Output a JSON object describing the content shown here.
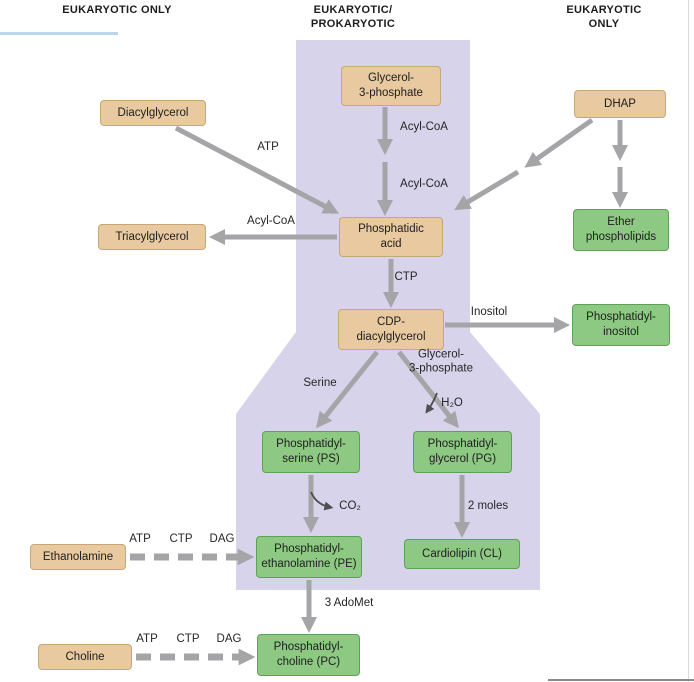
{
  "headers": {
    "left": "EUKARYOTIC ONLY",
    "center": "EUKARYOTIC/\nPROKARYOTIC",
    "right": "EUKARYOTIC ONLY"
  },
  "colors": {
    "substrate_box": "#e8c9a0",
    "product_box": "#8dc983",
    "pathway_region": "#d7d3eb",
    "arrow": "#a5a5a7"
  },
  "nodes": {
    "glycerol_3_phosphate": "Glycerol-\n3-phosphate",
    "diacylglycerol": "Diacylglycerol",
    "dhap": "DHAP",
    "triacylglycerol": "Triacylglycerol",
    "phosphatidic_acid": "Phosphatidic\nacid",
    "ether_phospholipids": "Ether\nphospholipids",
    "cdp_diacylglycerol": "CDP-\ndiacylglycerol",
    "phosphatidyl_inositol": "Phosphatidyl-\ninositol",
    "phosphatidyl_serine": "Phosphatidyl-\nserine (PS)",
    "phosphatidyl_glycerol": "Phosphatidyl-\nglycerol (PG)",
    "phosphatidyl_ethanolamine": "Phosphatidyl-\nethanolamine (PE)",
    "cardiolipin": "Cardiolipin (CL)",
    "ethanolamine": "Ethanolamine",
    "phosphatidyl_choline": "Phosphatidyl-\ncholine (PC)",
    "choline": "Choline"
  },
  "edge_labels": {
    "atp_dag": "ATP",
    "acyl_coa_1": "Acyl-CoA",
    "acyl_coa_2": "Acyl-CoA",
    "acyl_coa_tag": "Acyl-CoA",
    "ctp": "CTP",
    "inositol": "Inositol",
    "g3p": "Glycerol-\n3-phosphate",
    "serine": "Serine",
    "h2o": "H₂O",
    "co2": "CO₂",
    "two_moles": "2 moles",
    "etn_atp": "ATP",
    "etn_ctp": "CTP",
    "etn_dag": "DAG",
    "adomet": "3 AdoMet",
    "cho_atp": "ATP",
    "cho_ctp": "CTP",
    "cho_dag": "DAG"
  }
}
